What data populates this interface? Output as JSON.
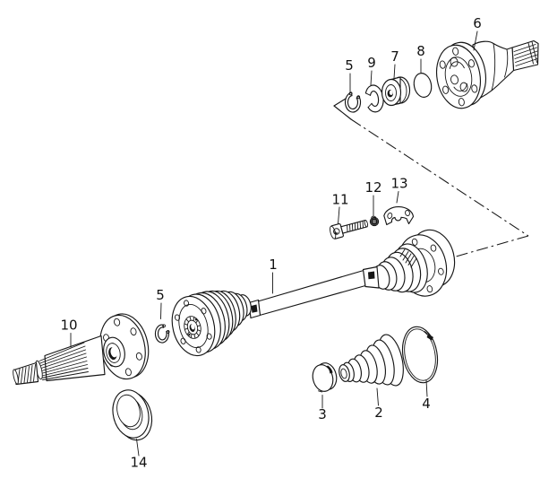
{
  "diagram": {
    "background_color": "#ffffff",
    "line_color": "#161616",
    "part_labels": [
      {
        "text": "6"
      },
      {
        "text": "5"
      },
      {
        "text": "9"
      },
      {
        "text": "7"
      },
      {
        "text": "8"
      },
      {
        "text": "11"
      },
      {
        "text": "12"
      },
      {
        "text": "13"
      },
      {
        "text": "1"
      },
      {
        "text": "5"
      },
      {
        "text": "10"
      },
      {
        "text": "14"
      },
      {
        "text": "3"
      },
      {
        "text": "2"
      },
      {
        "text": "4"
      }
    ]
  }
}
